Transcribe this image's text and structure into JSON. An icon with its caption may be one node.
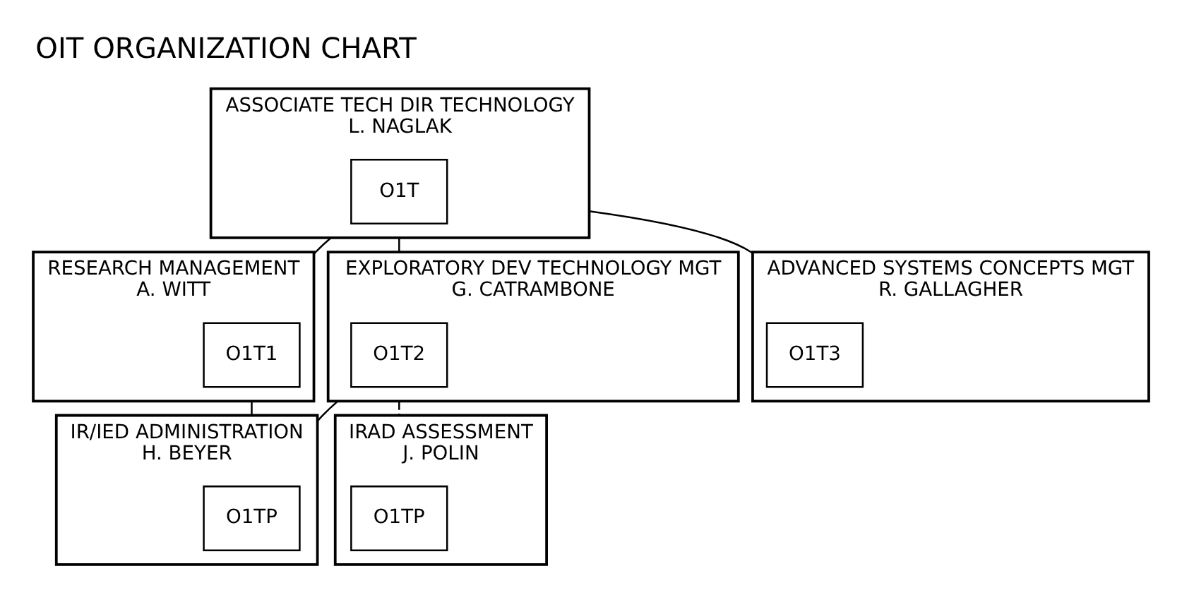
{
  "diagram": {
    "title": "OIT ORGANIZATION CHART",
    "nodes": [
      {
        "text": [
          "ASSOCIATE TECH DIR TECHNOLOGY",
          "L. NAGLAK"
        ]
      },
      {
        "text": [
          "O1T"
        ],
        "in": 0
      },
      {
        "text": [
          "RESEARCH MANAGEMENT",
          "A. WITT"
        ]
      },
      {
        "text": [
          "O1T1"
        ],
        "in": 2
      },
      {
        "text": [
          "EXPLORATORY DEV TECHNOLOGY MGT",
          "G. CATRAMBONE"
        ]
      },
      {
        "text": [
          "O1T2"
        ],
        "in": 4
      },
      {
        "text": [
          "ADVANCED SYSTEMS CONCEPTS MGT",
          "R. GALLAGHER"
        ]
      },
      {
        "text": [
          "O1T3"
        ],
        "in": 6
      },
      {
        "text": [
          "IR/IED ADMINISTRATION",
          "H. BEYER"
        ]
      },
      {
        "text": [
          "O1TP"
        ],
        "in": 8
      },
      {
        "text": [
          "IRAD ASSESSMENT",
          "J. POLIN"
        ]
      },
      {
        "text": [
          "O1TP"
        ],
        "in": 10
      }
    ],
    "edges": [
      {
        "from": 0,
        "to": 2,
        "arrow": "none"
      },
      {
        "from": 0,
        "to": 4,
        "arrow": "none"
      },
      {
        "from": 0,
        "to": 6,
        "arrow": "none"
      },
      {
        "from": 2,
        "to": 8,
        "arrow": "none"
      },
      {
        "from": 4,
        "to": 8,
        "arrow": "none"
      },
      {
        "from": 4,
        "to": 10,
        "arrow": "none",
        "style": "dashed"
      }
    ]
  }
}
